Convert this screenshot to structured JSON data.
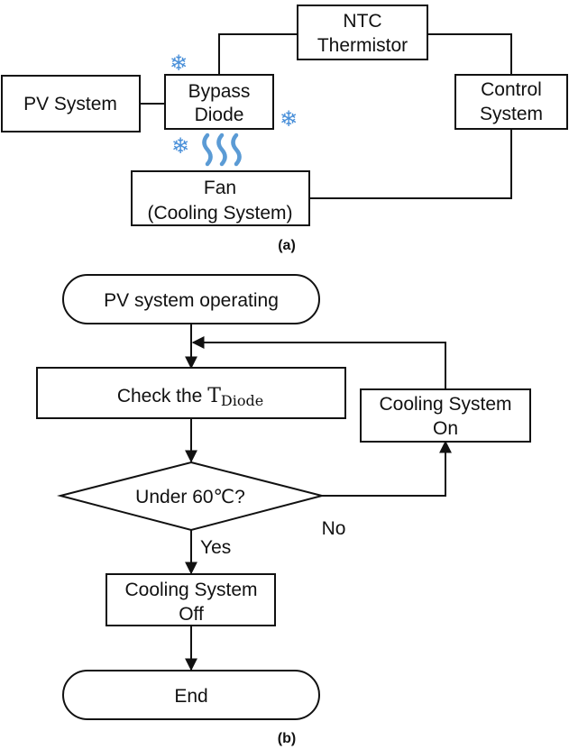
{
  "panel_a": {
    "label": "(a)",
    "pv_system": "PV System",
    "bypass_diode": [
      "Bypass",
      "Diode"
    ],
    "ntc_thermistor": [
      "NTC",
      "Thermistor"
    ],
    "control_system": [
      "Control",
      "System"
    ],
    "fan": [
      "Fan",
      "(Cooling System)"
    ],
    "icons": {
      "snowflake": "snowflake-icon",
      "heat": "heat-waves-icon",
      "color": "#4a90d9"
    }
  },
  "panel_b": {
    "label": "(b)",
    "start": "PV system operating",
    "check": {
      "prefix": "Check the ",
      "symbol": "T",
      "subscript": "Diode"
    },
    "decision": "Under 60℃?",
    "cooling_on": [
      "Cooling System",
      "On"
    ],
    "cooling_off": [
      "Cooling System",
      "Off"
    ],
    "end": "End",
    "yes_label": "Yes",
    "no_label": "No"
  }
}
